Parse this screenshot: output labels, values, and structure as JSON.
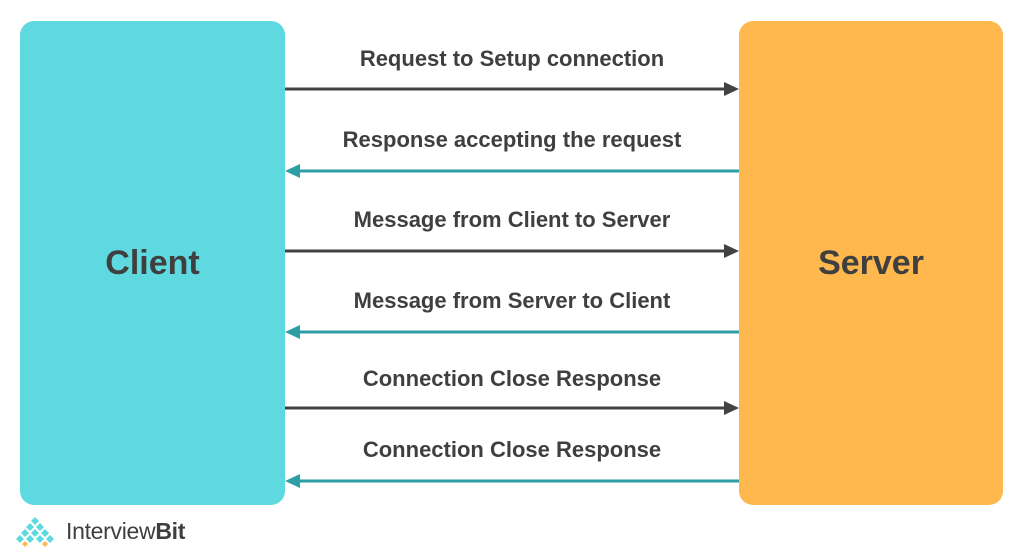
{
  "diagram": {
    "left_box": {
      "label": "Client",
      "color": "#5ed9e0"
    },
    "right_box": {
      "label": "Server",
      "color": "#ffb84d"
    },
    "messages": [
      {
        "label": "Request to Setup connection",
        "direction": "to-server",
        "color": "#424242"
      },
      {
        "label": "Response accepting the request",
        "direction": "to-client",
        "color": "#2e9ea5"
      },
      {
        "label": "Message from Client to Server",
        "direction": "to-server",
        "color": "#424242"
      },
      {
        "label": "Message from Server to Client",
        "direction": "to-client",
        "color": "#2e9ea5"
      },
      {
        "label": "Connection Close Response",
        "direction": "to-server",
        "color": "#424242"
      },
      {
        "label": "Connection Close Response",
        "direction": "to-client",
        "color": "#2e9ea5"
      }
    ]
  },
  "logo": {
    "text_regular": "Interview",
    "text_bold": "Bit",
    "icon": "diamond-grid-icon"
  }
}
